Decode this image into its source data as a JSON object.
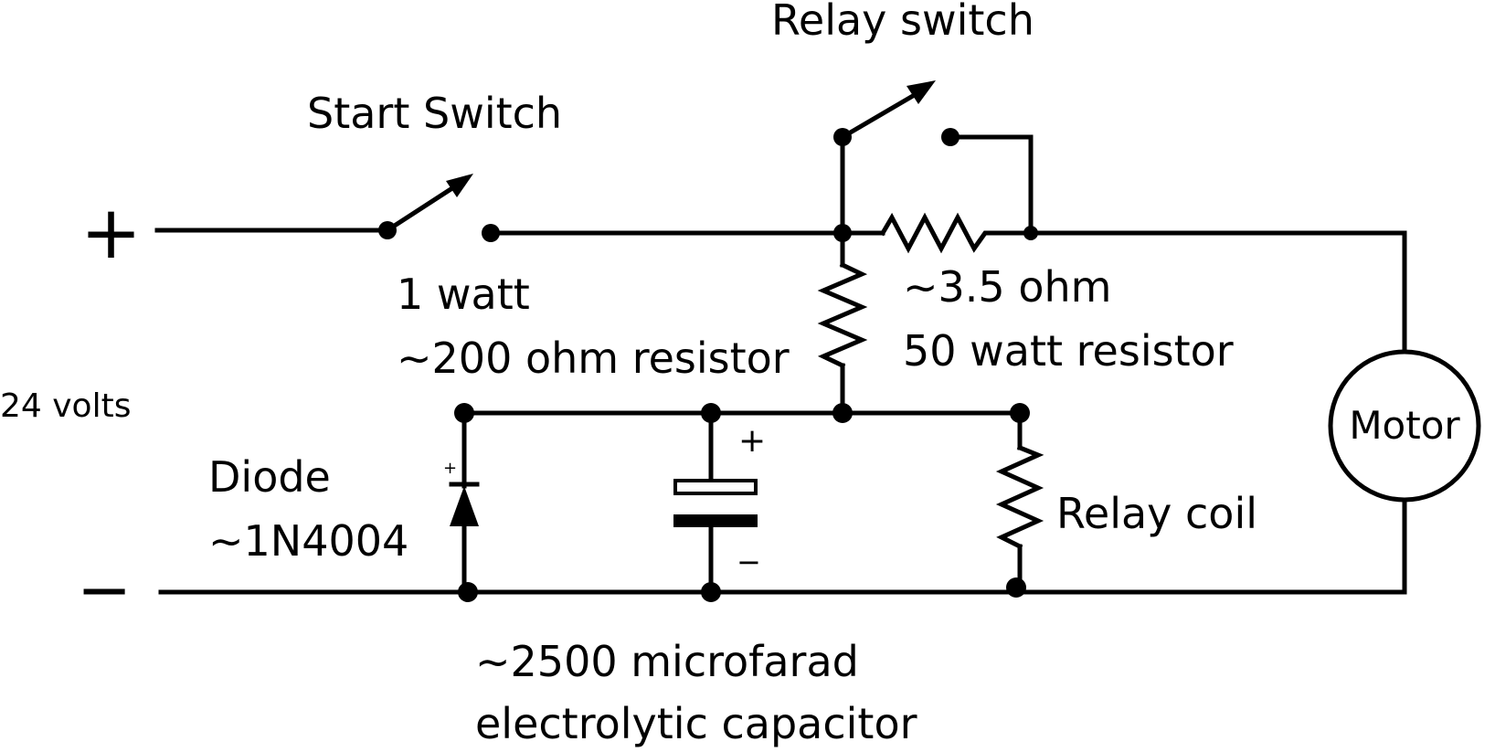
{
  "labels": {
    "relay_switch": "Relay switch",
    "start_switch": "Start Switch",
    "plus_terminal": "+",
    "minus_terminal": "−",
    "supply_voltage": "24 volts",
    "r200_line1": "1 watt",
    "r200_line2": "~200 ohm resistor",
    "r35_line1": "~3.5 ohm",
    "r35_line2": "50 watt resistor",
    "motor": "Motor",
    "diode_line1": "Diode",
    "diode_line2": "~1N4004",
    "diode_plus": "+",
    "cap_plus": "+",
    "cap_minus": "−",
    "relay_coil": "Relay coil",
    "cap_line1": "~2500 microfarad",
    "cap_line2": "electrolytic capacitor"
  }
}
